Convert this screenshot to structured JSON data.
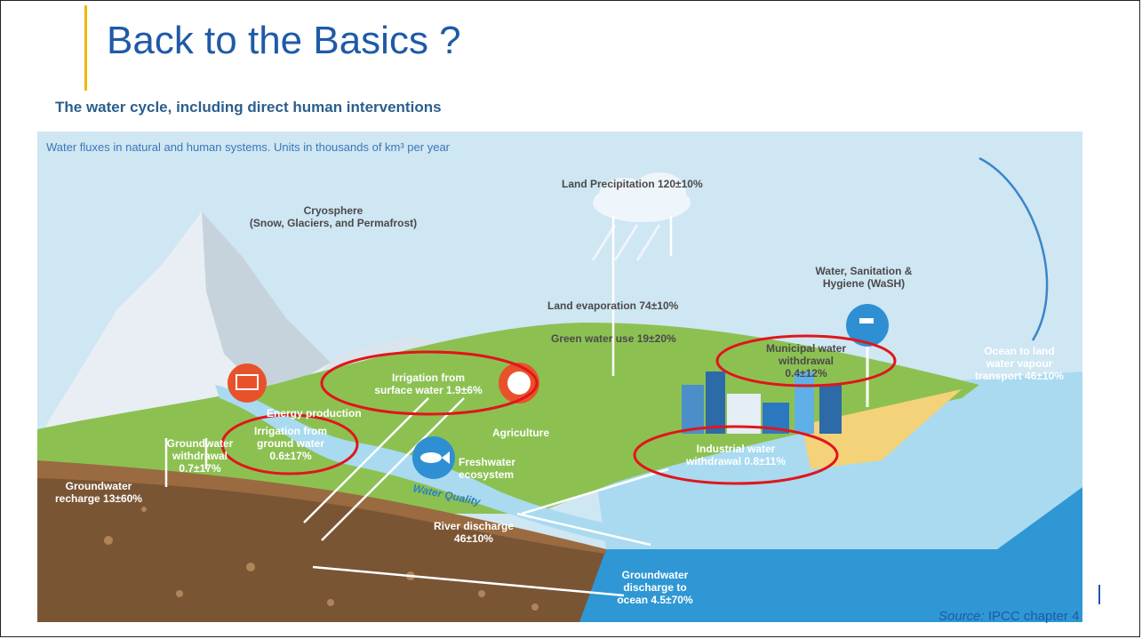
{
  "slide": {
    "title": "Back to the Basics ?",
    "subtitle": "The water cycle, including direct human interventions",
    "source_prefix": "Source:",
    "source_text": " IPCC chapter 4"
  },
  "figure": {
    "caption": "Water fluxes in natural and human systems. Units in thousands of km³ per year",
    "labels": {
      "land_precip": "Land Precipitation 120±10%",
      "cryo_1": "Cryosphere",
      "cryo_2": "(Snow, Glaciers, and Permafrost)",
      "wash_1": "Water, Sanitation &",
      "wash_2": "Hygiene (WaSH)",
      "land_evap": "Land evaporation 74±10%",
      "green_water": "Green water use 19±20%",
      "ocean_1": "Ocean to land",
      "ocean_2": "water vapour",
      "ocean_3": "transport 46±10%",
      "muni_1": "Municipal water",
      "muni_2": "withdrawal",
      "muni_3": "0.4±12%",
      "irr_surf_1": "Irrigation from",
      "irr_surf_2": "surface water 1.9±6%",
      "energy": "Energy production",
      "agriculture": "Agriculture",
      "irr_gw_1": "Irrigation from",
      "irr_gw_2": "ground water",
      "irr_gw_3": "0.6±17%",
      "gw_withdrawal_1": "Groundwater",
      "gw_withdrawal_2": "withdrawal",
      "gw_withdrawal_3": "0.7±17%",
      "freshwater_1": "Freshwater",
      "freshwater_2": "ecosystem",
      "industrial_1": "Industrial water",
      "industrial_2": "withdrawal 0.8±11%",
      "gw_recharge_1": "Groundwater",
      "gw_recharge_2": "recharge 13±60%",
      "water_quality": "Water Quality",
      "river_1": "River discharge",
      "river_2": "46±10%",
      "gw_discharge_1": "Groundwater",
      "gw_discharge_2": "discharge to",
      "gw_discharge_3": "ocean 4.5±70%"
    },
    "icons": [
      "hydropower-icon",
      "farm-icon",
      "fish-icon",
      "water-tap-icon",
      "cloud-icon"
    ],
    "colors": {
      "sky": "#cfe6f3",
      "land": "#8cc152",
      "soil": "#7a5534",
      "ocean": "#3fa3d9",
      "highlight": "#e0161b",
      "title": "#1f5aa6"
    }
  }
}
